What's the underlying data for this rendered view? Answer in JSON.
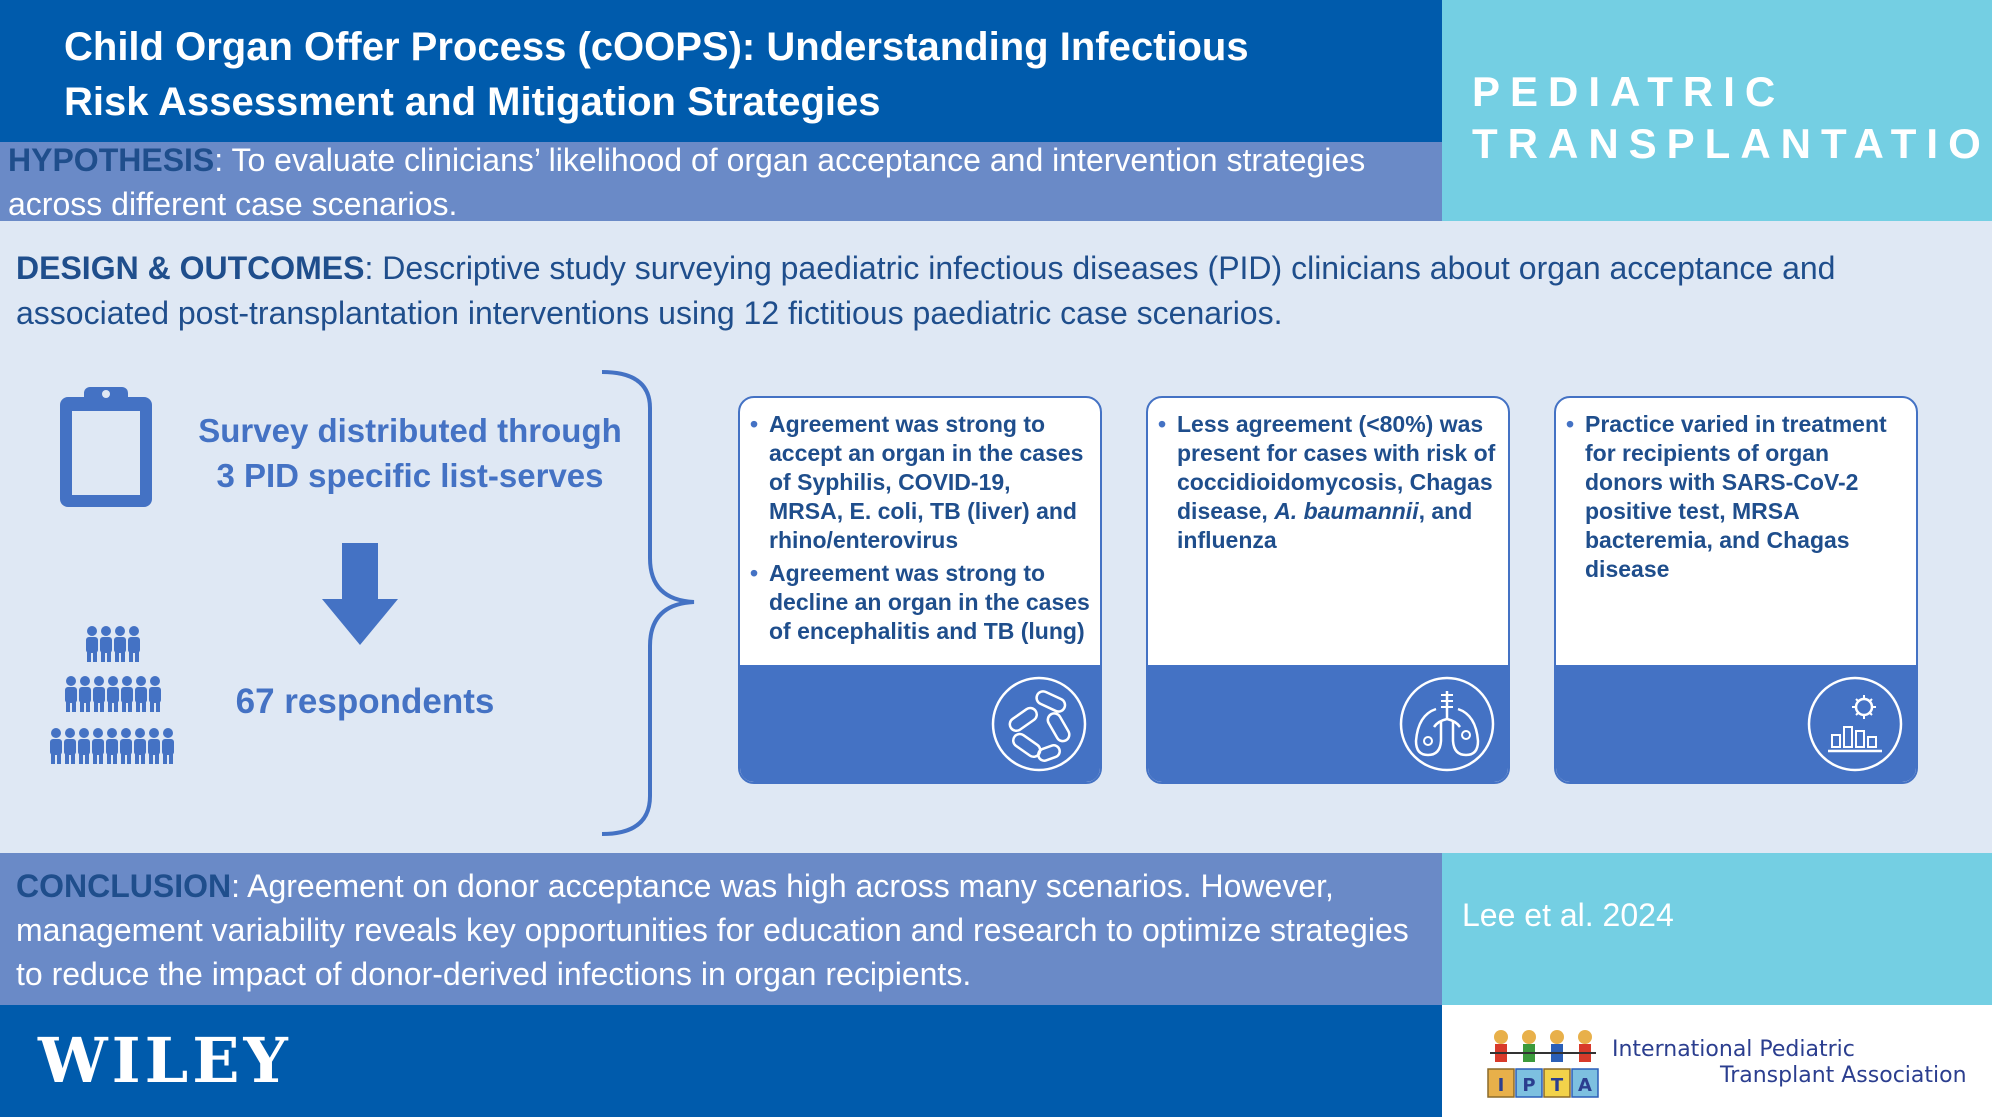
{
  "header": {
    "title_line1": "Child Organ Offer Process (cOOPS): Understanding Infectious",
    "title_line2": "Risk Assessment and Mitigation Strategies",
    "journal_line1": "PEDIATRIC",
    "journal_line2": "TRANSPLANTATION"
  },
  "hypothesis": {
    "label": "HYPOTHESIS",
    "text": ": To evaluate clinicians’ likelihood of organ acceptance and intervention strategies across different case scenarios."
  },
  "design": {
    "label": "DESIGN & OUTCOMES",
    "text": ": Descriptive study surveying paediatric infectious diseases (PID) clinicians about organ acceptance and associated post-transplantation interventions using 12 fictitious paediatric case scenarios."
  },
  "survey": {
    "distribution": "Survey distributed through 3 PID specific list-serves",
    "respondents": "67 respondents"
  },
  "findings": {
    "card1": {
      "item1": "Agreement was strong to accept an organ in the cases of Syphilis, COVID-19, MRSA, E. coli, TB (liver) and rhino/enterovirus",
      "item2": "Agreement was strong to decline an organ in the cases of encephalitis and TB (lung)"
    },
    "card2": {
      "item1_before": "Less agreement (<80%) was present for cases with risk of coccidioidomycosis, Chagas disease, ",
      "item1_italic": "A. baumannii",
      "item1_after": ", and influenza"
    },
    "card3": {
      "item1": "Practice varied in treatment for recipients of organ donors with SARS-CoV-2 positive test, MRSA bacteremia, and Chagas disease"
    }
  },
  "conclusion": {
    "label": "CONCLUSION",
    "text": ": Agreement on donor acceptance was high across many scenarios. However, management variability reveals key opportunities for education and research to optimize strategies to reduce the impact of donor-derived infections in organ recipients."
  },
  "citation": "Lee et al. 2024",
  "footer": {
    "publisher": "WILEY",
    "association_line1": "International Pediatric",
    "association_line2": "Transplant Association",
    "logo_letters": [
      "I",
      "P",
      "T",
      "A"
    ]
  },
  "icons": {
    "clipboard": "clipboard-icon",
    "people": "people-pyramid-icon",
    "arrow": "down-arrow-icon",
    "bacteria": "bacteria-icon",
    "lungs": "lungs-icon",
    "virus_chart": "virus-chart-icon"
  },
  "colors": {
    "dark_blue": "#005bac",
    "mid_blue": "#4472c4",
    "light_blue": "#74cfe3",
    "periwinkle": "#6a8ac7",
    "background": "#dfe8f4"
  }
}
